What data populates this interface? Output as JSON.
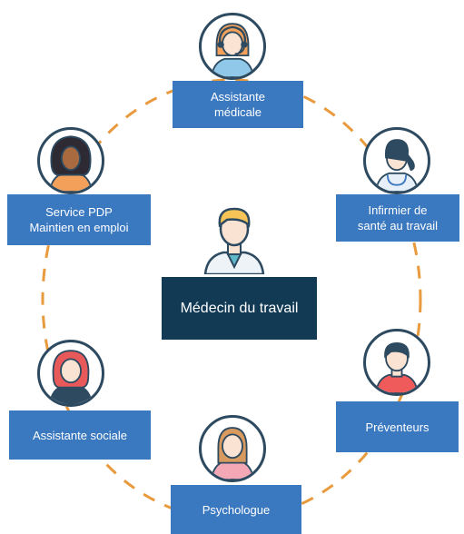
{
  "center": {
    "label": "Médecin du travail",
    "icon": "doctor-icon"
  },
  "members": [
    {
      "id": "assistante-medicale",
      "label": "Assistante\nmédicale",
      "icon": "headset-assistant-icon"
    },
    {
      "id": "infirmier",
      "label": "Infirmier de\nsanté au travail",
      "icon": "nurse-icon"
    },
    {
      "id": "preventeurs",
      "label": "Préventeurs",
      "icon": "preventer-icon"
    },
    {
      "id": "psychologue",
      "label": "Psychologue",
      "icon": "psychologist-icon"
    },
    {
      "id": "assistante-sociale",
      "label": "Assistante sociale",
      "icon": "social-worker-icon"
    },
    {
      "id": "service-pdp",
      "label": "Service PDP\nMaintien en emploi",
      "icon": "pdp-service-icon"
    }
  ],
  "colors": {
    "label_bg": "#3a78c0",
    "center_bg": "#123a55",
    "ring": "#e89a3c",
    "avatar_border": "#2d4a60"
  }
}
